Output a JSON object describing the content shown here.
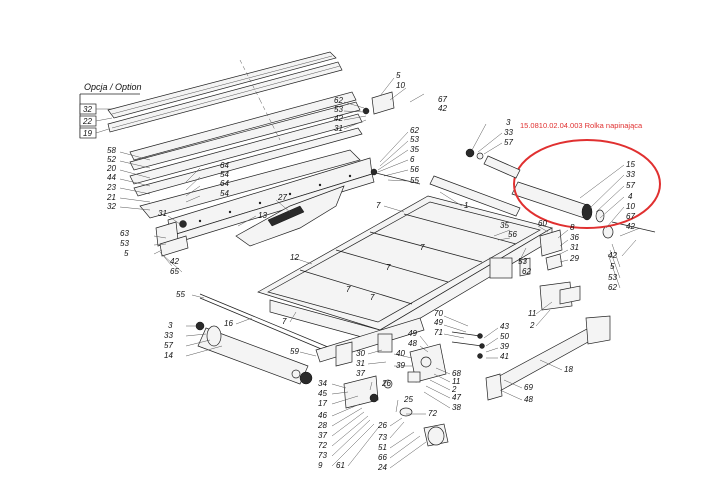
{
  "option_header": "Opcja / Option",
  "option_labels": [
    "32",
    "22",
    "19"
  ],
  "annotation": {
    "text": "15.0810.02.04.003 Rolka napinająca",
    "color": "#e03030"
  },
  "callouts": [
    {
      "id": "c58",
      "text": "58"
    },
    {
      "id": "c52",
      "text": "52"
    },
    {
      "id": "c20",
      "text": "20"
    },
    {
      "id": "c44",
      "text": "44"
    },
    {
      "id": "c23",
      "text": "23"
    },
    {
      "id": "c21",
      "text": "21"
    },
    {
      "id": "c32b",
      "text": "32"
    },
    {
      "id": "c5a",
      "text": "5"
    },
    {
      "id": "c10a",
      "text": "10"
    },
    {
      "id": "c62a",
      "text": "62"
    },
    {
      "id": "c53a",
      "text": "53"
    },
    {
      "id": "c42a",
      "text": "42"
    },
    {
      "id": "c31a",
      "text": "31"
    },
    {
      "id": "c67a",
      "text": "67"
    },
    {
      "id": "c42b",
      "text": "42"
    },
    {
      "id": "c62b",
      "text": "62"
    },
    {
      "id": "c53b",
      "text": "53"
    },
    {
      "id": "c35a",
      "text": "35"
    },
    {
      "id": "c6a",
      "text": "6"
    },
    {
      "id": "c56a",
      "text": "56"
    },
    {
      "id": "c55a",
      "text": "55"
    },
    {
      "id": "c3a",
      "text": "3"
    },
    {
      "id": "c33a",
      "text": "33"
    },
    {
      "id": "c57a",
      "text": "57"
    },
    {
      "id": "c15",
      "text": "15"
    },
    {
      "id": "c33b",
      "text": "33"
    },
    {
      "id": "c57b",
      "text": "57"
    },
    {
      "id": "c4",
      "text": "4"
    },
    {
      "id": "c10b",
      "text": "10"
    },
    {
      "id": "c67b",
      "text": "67"
    },
    {
      "id": "c42c",
      "text": "42"
    },
    {
      "id": "c42d",
      "text": "42"
    },
    {
      "id": "c5b",
      "text": "5"
    },
    {
      "id": "c53c",
      "text": "53"
    },
    {
      "id": "c62c",
      "text": "62"
    },
    {
      "id": "c64a",
      "text": "64"
    },
    {
      "id": "c54a",
      "text": "54"
    },
    {
      "id": "c64b",
      "text": "64"
    },
    {
      "id": "c54b",
      "text": "54"
    },
    {
      "id": "c27",
      "text": "27"
    },
    {
      "id": "c13",
      "text": "13"
    },
    {
      "id": "c1",
      "text": "1"
    },
    {
      "id": "c7a",
      "text": "7"
    },
    {
      "id": "c60",
      "text": "60"
    },
    {
      "id": "c35b",
      "text": "35"
    },
    {
      "id": "c56b",
      "text": "56"
    },
    {
      "id": "c7b",
      "text": "7"
    },
    {
      "id": "c8",
      "text": "8"
    },
    {
      "id": "c36",
      "text": "36"
    },
    {
      "id": "c31b",
      "text": "31"
    },
    {
      "id": "c29",
      "text": "29"
    },
    {
      "id": "c31c",
      "text": "31"
    },
    {
      "id": "c63",
      "text": "63"
    },
    {
      "id": "c53d",
      "text": "53"
    },
    {
      "id": "c5c",
      "text": "5"
    },
    {
      "id": "c42e",
      "text": "42"
    },
    {
      "id": "c65",
      "text": "65"
    },
    {
      "id": "c12",
      "text": "12"
    },
    {
      "id": "c7c",
      "text": "7"
    },
    {
      "id": "c53e",
      "text": "53"
    },
    {
      "id": "c62d",
      "text": "62"
    },
    {
      "id": "c7d",
      "text": "7"
    },
    {
      "id": "c7e",
      "text": "7"
    },
    {
      "id": "c55b",
      "text": "55"
    },
    {
      "id": "c11a",
      "text": "11"
    },
    {
      "id": "c2a",
      "text": "2"
    },
    {
      "id": "c3b",
      "text": "3"
    },
    {
      "id": "c33c",
      "text": "33"
    },
    {
      "id": "c57c",
      "text": "57"
    },
    {
      "id": "c14",
      "text": "14"
    },
    {
      "id": "c16",
      "text": "16"
    },
    {
      "id": "c7f",
      "text": "7"
    },
    {
      "id": "c59",
      "text": "59"
    },
    {
      "id": "c70",
      "text": "70"
    },
    {
      "id": "c49a",
      "text": "49"
    },
    {
      "id": "c71",
      "text": "71"
    },
    {
      "id": "c43",
      "text": "43"
    },
    {
      "id": "c50",
      "text": "50"
    },
    {
      "id": "c39a",
      "text": "39"
    },
    {
      "id": "c41",
      "text": "41"
    },
    {
      "id": "c49b",
      "text": "49"
    },
    {
      "id": "c48a",
      "text": "48"
    },
    {
      "id": "c30",
      "text": "30"
    },
    {
      "id": "c40",
      "text": "40"
    },
    {
      "id": "c31d",
      "text": "31"
    },
    {
      "id": "c39b",
      "text": "39"
    },
    {
      "id": "c68",
      "text": "68"
    },
    {
      "id": "c11b",
      "text": "11"
    },
    {
      "id": "c2b",
      "text": "2"
    },
    {
      "id": "c47",
      "text": "47"
    },
    {
      "id": "c38",
      "text": "38"
    },
    {
      "id": "c18",
      "text": "18"
    },
    {
      "id": "c69",
      "text": "69"
    },
    {
      "id": "c48b",
      "text": "48"
    },
    {
      "id": "c34",
      "text": "34"
    },
    {
      "id": "c45",
      "text": "45"
    },
    {
      "id": "c37a",
      "text": "37"
    },
    {
      "id": "c26a",
      "text": "26"
    },
    {
      "id": "c17",
      "text": "17"
    },
    {
      "id": "c46",
      "text": "46"
    },
    {
      "id": "c28",
      "text": "28"
    },
    {
      "id": "c37b",
      "text": "37"
    },
    {
      "id": "c72a",
      "text": "72"
    },
    {
      "id": "c73a",
      "text": "73"
    },
    {
      "id": "c9",
      "text": "9"
    },
    {
      "id": "c61",
      "text": "61"
    },
    {
      "id": "c25",
      "text": "25"
    },
    {
      "id": "c72b",
      "text": "72"
    },
    {
      "id": "c26b",
      "text": "26"
    },
    {
      "id": "c73b",
      "text": "73"
    },
    {
      "id": "c51",
      "text": "51"
    },
    {
      "id": "c66",
      "text": "66"
    },
    {
      "id": "c24",
      "text": "24"
    }
  ]
}
